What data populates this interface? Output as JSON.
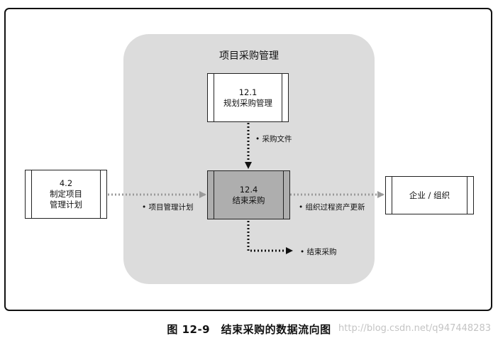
{
  "group": {
    "title": "项目采购管理"
  },
  "nodes": {
    "plan_procurement": {
      "id": "12.1",
      "name": "规划采购管理"
    },
    "close_procurement": {
      "id": "12.4",
      "name": "结束采购"
    },
    "pm_plan": {
      "id": "4.2",
      "line1": "制定项目",
      "line2": "管理计划"
    },
    "org": {
      "name": "企业 / 组织"
    }
  },
  "edges": {
    "procurement_docs": "• 采购文件",
    "pm_plan_label": "• 项目管理计划",
    "org_assets": "• 组织过程资产更新",
    "closed_procurements": "• 结束采购"
  },
  "caption": "图 12-9　结束采购的数据流向图",
  "watermark": "http://blog.csdn.net/q947448283",
  "colors": {
    "group_bg": "#dcdcdc",
    "shaded_process": "#aeaeae",
    "gray_arrow": "#9a9a9a",
    "dark_arrow": "#111111"
  }
}
